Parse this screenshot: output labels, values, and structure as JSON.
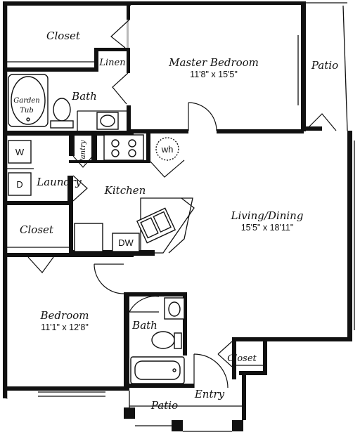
{
  "rooms": {
    "closet_top": "Closet",
    "linen": "Linen",
    "master_bedroom": "Master Bedroom",
    "master_bedroom_dims": "11'8\" x 15'5\"",
    "patio_right": "Patio",
    "garden_tub_line1": "Garden",
    "garden_tub_line2": "Tub",
    "bath_master": "Bath",
    "pantry": "Pantry",
    "laundry": "Laundry",
    "kitchen": "Kitchen",
    "closet_left": "Closet",
    "living_dining": "Living/Dining",
    "living_dining_dims": "15'5\" x 18'11\"",
    "bedroom": "Bedroom",
    "bedroom_dims": "11'1\" x 12'8\"",
    "bath_second": "Bath",
    "closet_entry": "Closet",
    "entry": "Entry",
    "patio_bottom": "Patio"
  },
  "appliances": {
    "washer": "W",
    "dryer": "D",
    "water_heater": "wh",
    "dishwasher": "DW"
  }
}
